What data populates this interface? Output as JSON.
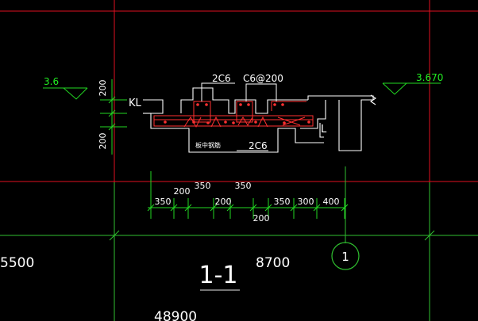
{
  "colors": {
    "background": "#000000",
    "grid_red": "#e01020",
    "grid_green": "#2fbf2f",
    "dim_green": "#22d822",
    "outline_white": "#ffffff",
    "rebar_red": "#ff3030",
    "text_white": "#ffffff",
    "text_green": "#22ee22",
    "underline_gray": "#9a9a9a"
  },
  "section": {
    "title": "1-1",
    "beam_label": "KL",
    "slab_label": "L",
    "top_rebar_1": "2C6",
    "top_rebar_2": "C6@200",
    "bottom_rebar": "2C6",
    "midspan_note": "板中钢筋"
  },
  "elevations": {
    "left": "3.6",
    "right": "3.670"
  },
  "vertical_dims": {
    "upper": "200",
    "lower": "200"
  },
  "horizontal_dims": {
    "d1": "350",
    "d2": "200",
    "d3": "350",
    "d4": "200",
    "d5": "350",
    "d6": "200",
    "d7": "350",
    "d8": "300",
    "d9": "400"
  },
  "grid_dims": {
    "left": "5500",
    "middle": "8700",
    "bottom": "48900"
  },
  "axis": {
    "bubble_label": "1"
  }
}
